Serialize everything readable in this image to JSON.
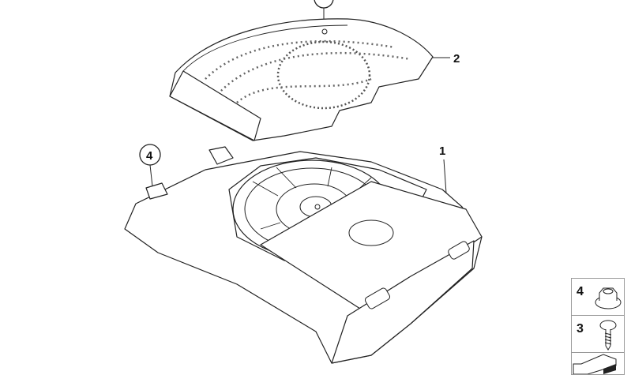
{
  "callouts": [
    {
      "id": "top",
      "label": ""
    },
    {
      "id": "cover",
      "label": "2"
    },
    {
      "id": "subwoofer",
      "label": "1"
    },
    {
      "id": "nut",
      "label": "4"
    }
  ],
  "legend": [
    {
      "label": "4",
      "icon": "hex-nut-icon"
    },
    {
      "label": "3",
      "icon": "screw-icon"
    },
    {
      "label": "",
      "icon": "wedge-icon"
    }
  ]
}
